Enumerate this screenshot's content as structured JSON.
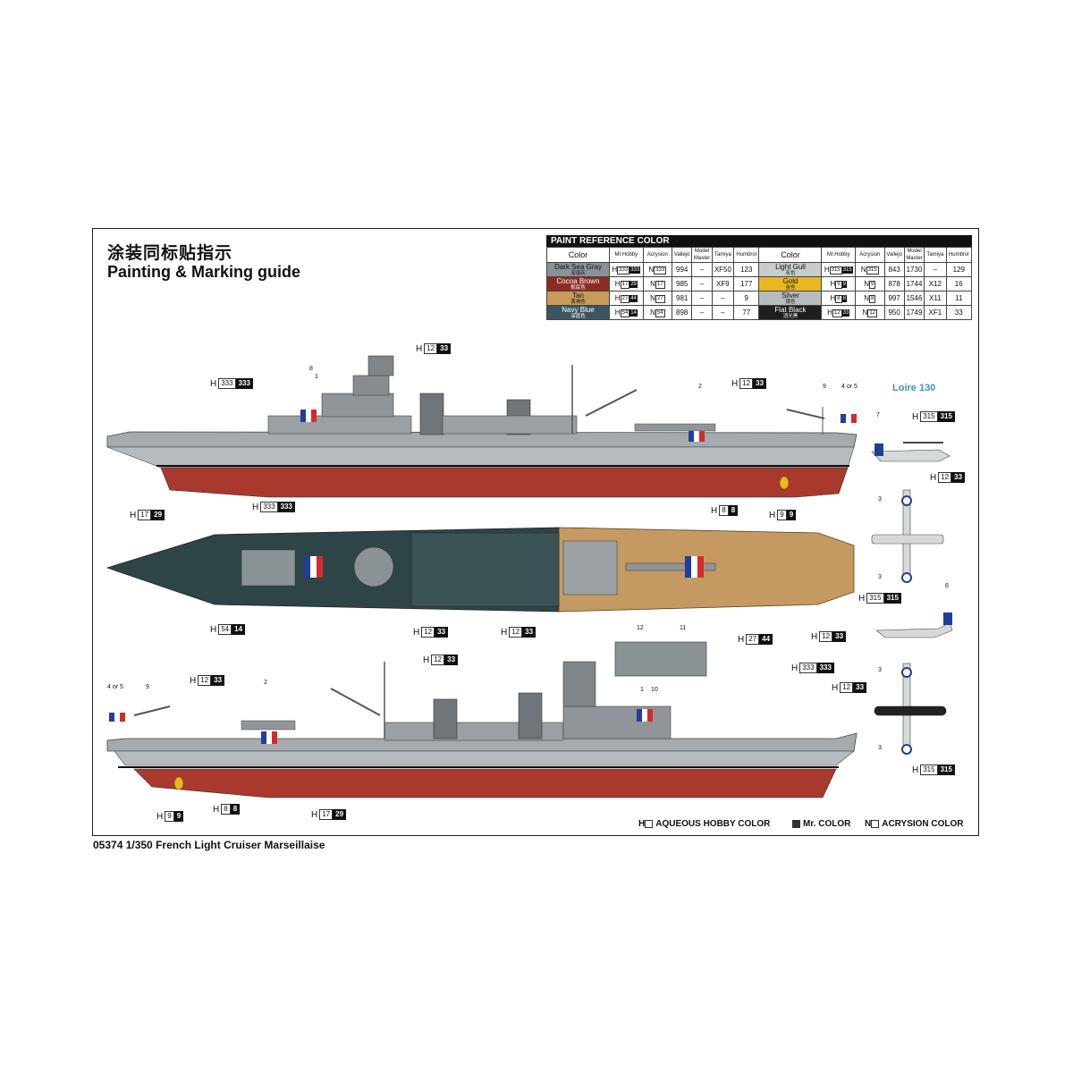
{
  "title_cn": "涂装同标贴指示",
  "title_en": "Painting & Marking guide",
  "footer": "05374 1/350 French Light Cruiser Marseillaise",
  "paint_table": {
    "header": "PAINT  REFERENCE COLOR",
    "columns": [
      "Color",
      "Mr.Hobby",
      "Acrysion",
      "Vallejo",
      "Model Master",
      "Tamiya",
      "Humbrol"
    ],
    "rows": [
      {
        "name": "Dark Sea Gray",
        "cn": "深海灰",
        "swatch": "#8a9296",
        "h_w": "333",
        "h_b": "333",
        "n": "333",
        "vallejo": "994",
        "mm": "–",
        "tamiya": "XF50",
        "humbrol": "123"
      },
      {
        "name": "Cocoa Brown",
        "cn": "枧底色",
        "swatch": "#8b2c22",
        "h_w": "17",
        "h_b": "29",
        "n": "17",
        "vallejo": "985",
        "mm": "–",
        "tamiya": "XF9",
        "humbrol": "177"
      },
      {
        "name": "Tan",
        "cn": "黄褐色",
        "swatch": "#c89b5a",
        "h_w": "27",
        "h_b": "44",
        "n": "27",
        "vallejo": "981",
        "mm": "–",
        "tamiya": "–",
        "humbrol": "9"
      },
      {
        "name": "Navy Blue",
        "cn": "深蓝色",
        "swatch": "#3d5560",
        "h_w": "54",
        "h_b": "14",
        "n": "54",
        "vallejo": "898",
        "mm": "–",
        "tamiya": "–",
        "humbrol": "77"
      }
    ],
    "rows_right": [
      {
        "name": "Light Gull",
        "cn": "灰色",
        "swatch": "#c8cccd",
        "h_w": "315",
        "h_b": "315",
        "n": "315",
        "vallejo": "843",
        "mm": "1730",
        "tamiya": "–",
        "humbrol": "129"
      },
      {
        "name": "Gold",
        "cn": "金色",
        "swatch": "#e8b820",
        "h_w": "9",
        "h_b": "9",
        "n": "9",
        "vallejo": "878",
        "mm": "1744",
        "tamiya": "X12",
        "humbrol": "16"
      },
      {
        "name": "Silver",
        "cn": "银色",
        "swatch": "#b8bcbe",
        "h_w": "8",
        "h_b": "8",
        "n": "8",
        "vallejo": "997",
        "mm": "1546",
        "tamiya": "X11",
        "humbrol": "11"
      },
      {
        "name": "Flat Black",
        "cn": "消光黑",
        "swatch": "#1e1e1e",
        "h_w": "12",
        "h_b": "33",
        "n": "12",
        "vallejo": "950",
        "mm": "1749",
        "tamiya": "XF1",
        "humbrol": "33"
      }
    ]
  },
  "callouts": [
    {
      "w": "333",
      "b": "333"
    },
    {
      "w": "12",
      "b": "33"
    },
    {
      "w": "12",
      "b": "33"
    },
    {
      "w": "315",
      "b": "315"
    },
    {
      "w": "12",
      "b": "33"
    },
    {
      "w": "17",
      "b": "29"
    },
    {
      "w": "8",
      "b": "8"
    },
    {
      "w": "9",
      "b": "9"
    },
    {
      "w": "333",
      "b": "333"
    },
    {
      "w": "315",
      "b": "315"
    },
    {
      "w": "54",
      "b": "14"
    },
    {
      "w": "12",
      "b": "33"
    },
    {
      "w": "12",
      "b": "33"
    },
    {
      "w": "27",
      "b": "44"
    },
    {
      "w": "12",
      "b": "33"
    },
    {
      "w": "12",
      "b": "33"
    },
    {
      "w": "12",
      "b": "33"
    },
    {
      "w": "333",
      "b": "333"
    },
    {
      "w": "12",
      "b": "33"
    },
    {
      "w": "9",
      "b": "9"
    },
    {
      "w": "8",
      "b": "8"
    },
    {
      "w": "17",
      "b": "29"
    },
    {
      "w": "315",
      "b": "315"
    }
  ],
  "callout_prefix": "H",
  "part_numbers": [
    "8",
    "1",
    "2",
    "9",
    "4 or 5",
    "7",
    "3",
    "3",
    "6",
    "12",
    "11",
    "4 or 5",
    "9",
    "2",
    "1",
    "10",
    "3",
    "3"
  ],
  "aircraft_name": "Loire 130",
  "legend": {
    "aqueous": "AQUEOUS HOBBY COLOR",
    "mr": "Mr. COLOR",
    "acrysion": "ACRYSION COLOR",
    "h": "H",
    "n": "N"
  },
  "colors": {
    "hull_red": "#a8392c",
    "grey": "#a4aaad",
    "deck_blue": "#2f4446",
    "deck_tan": "#c59a62",
    "flag_blue": "#1f3f9a",
    "flag_red": "#d42a2a"
  }
}
